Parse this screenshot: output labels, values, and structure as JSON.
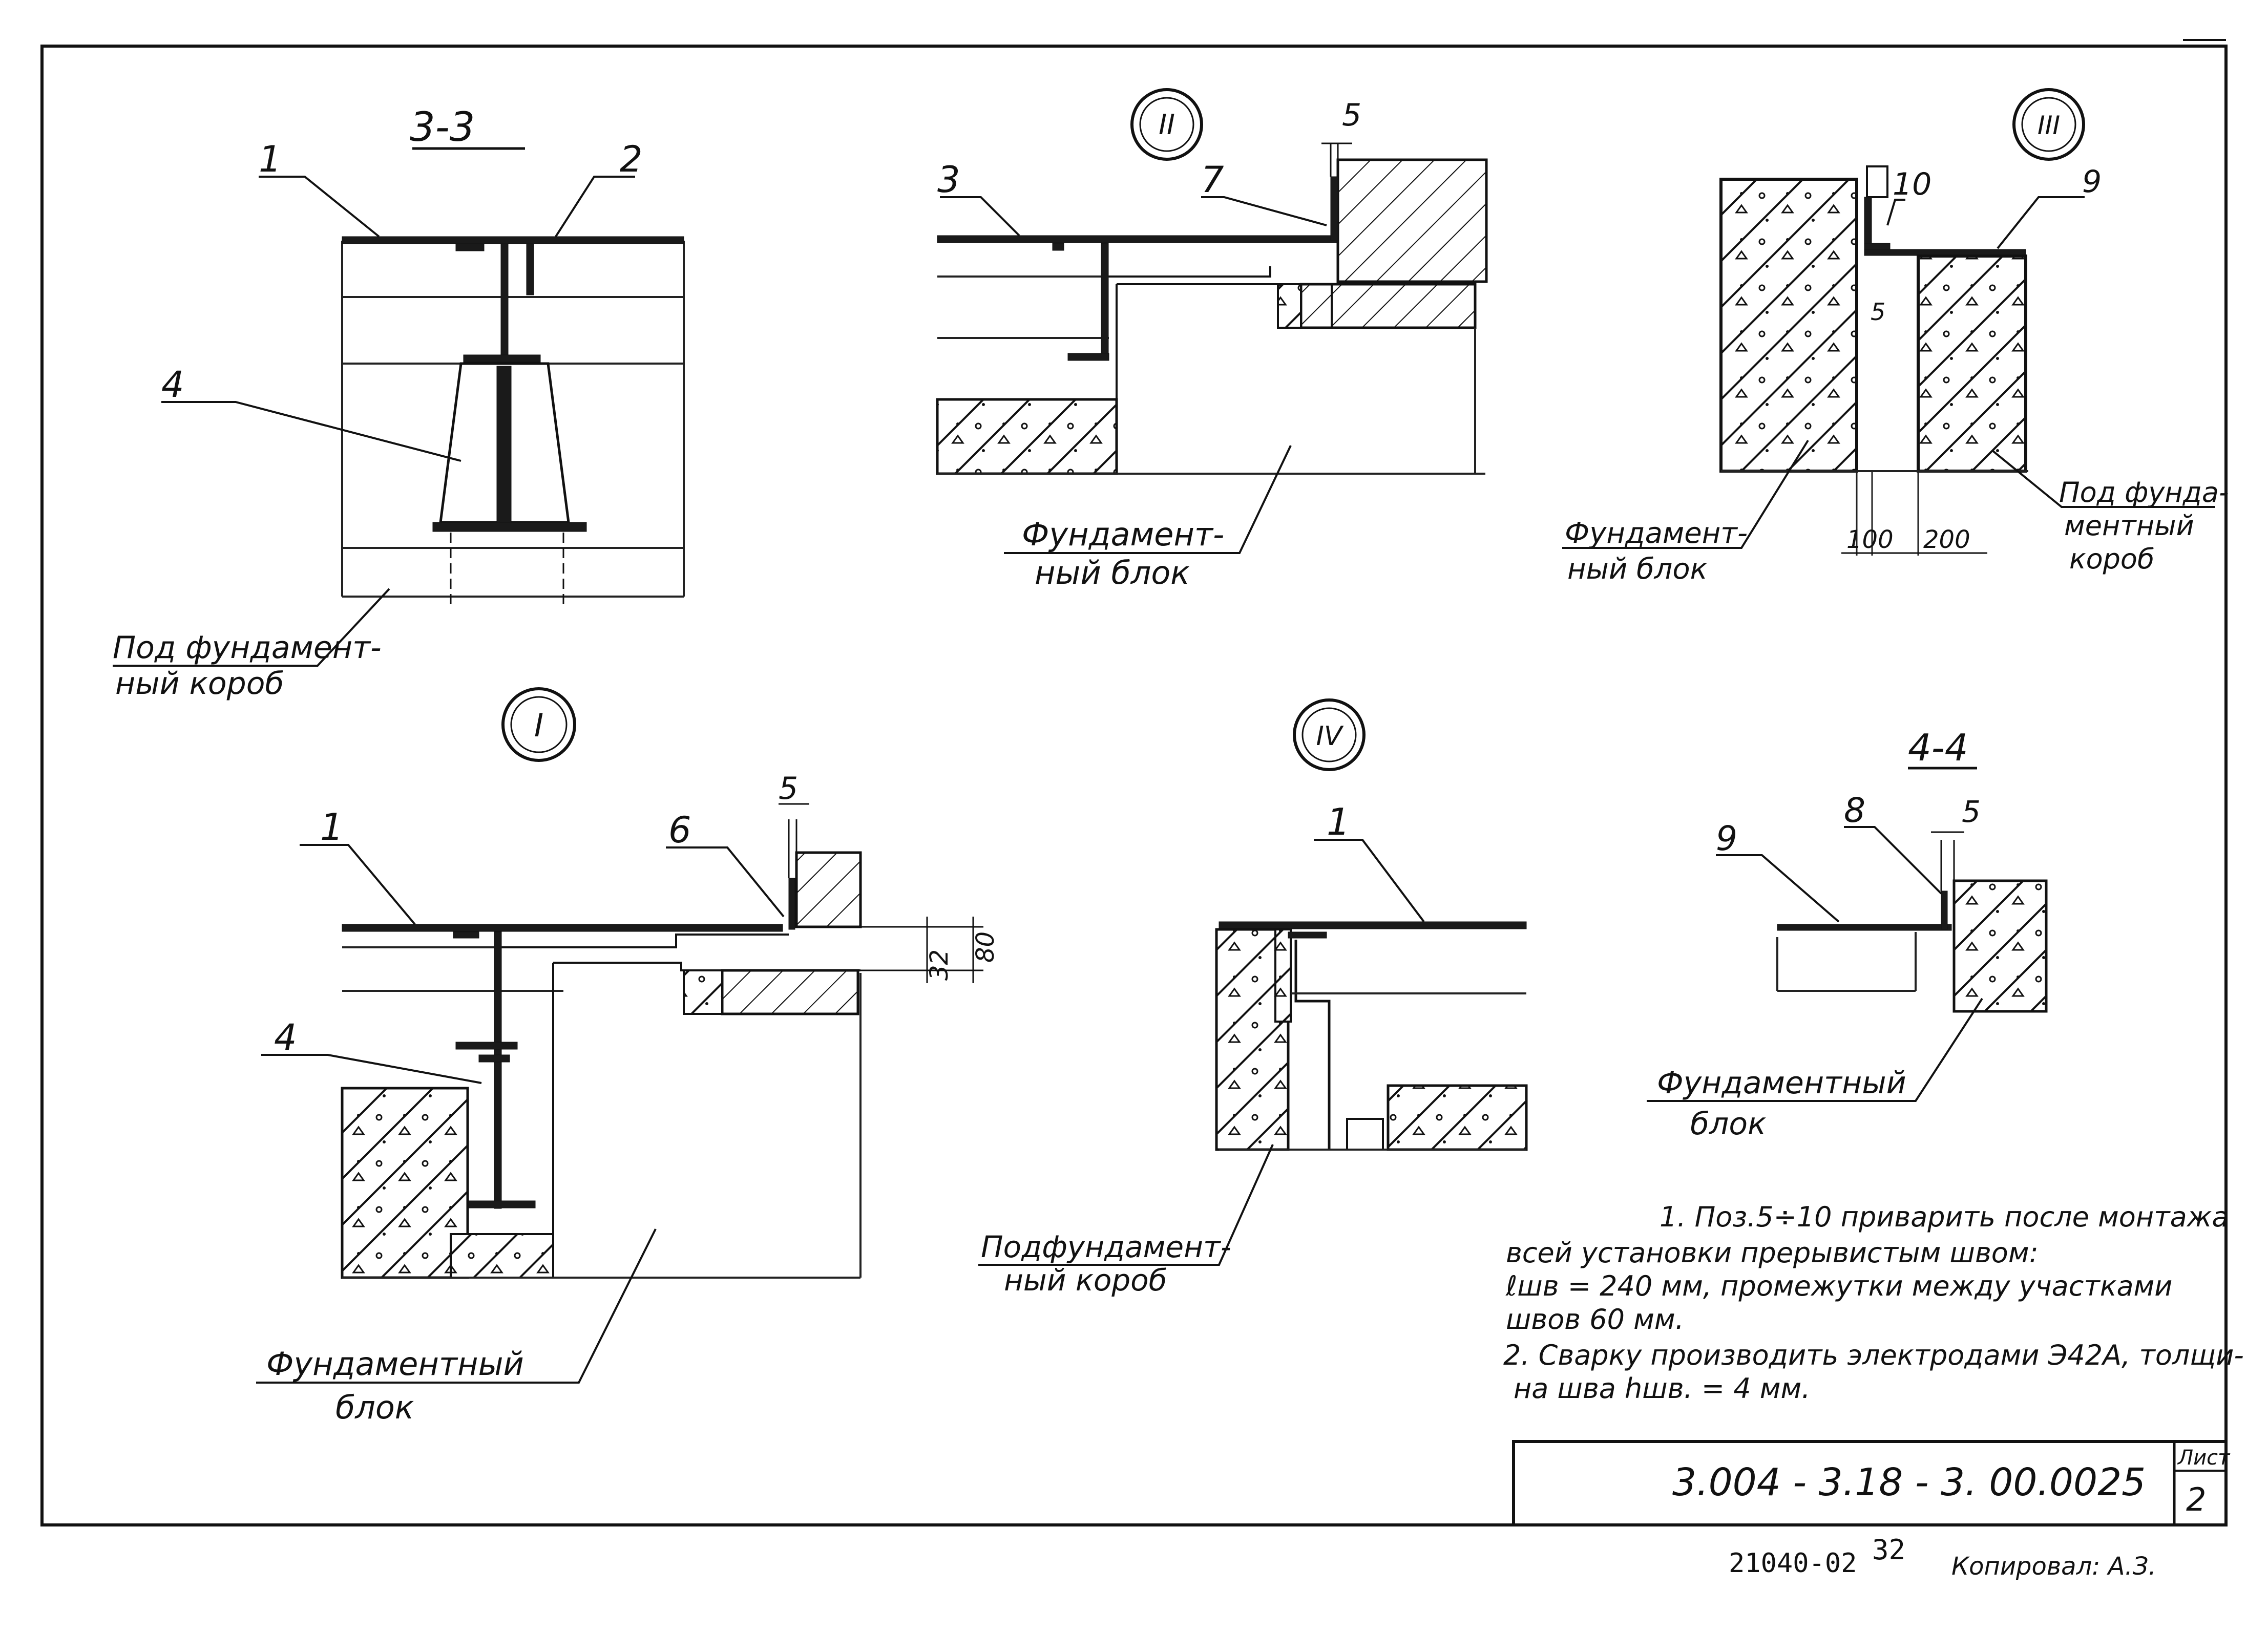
{
  "details": {
    "s33": {
      "title": "3-3",
      "c1": "1",
      "c2": "2",
      "c4": "4",
      "note1": "Под фундамент-",
      "note2": "ный короб"
    },
    "d2": {
      "num": "II",
      "c3": "3",
      "c7": "7",
      "gap": "5",
      "note1": "Фундамент-",
      "note2": "ный блок"
    },
    "d3": {
      "num": "III",
      "c10": "10",
      "c9": "9",
      "gap": "5",
      "dim1": "100",
      "dim2": "200",
      "noteA1": "Фундамент-",
      "noteA2": "ный блок",
      "noteB1": "Под фунда-",
      "noteB2": "ментный",
      "noteB3": "короб"
    },
    "d1": {
      "num": "I",
      "c1": "1",
      "c6": "6",
      "c4": "4",
      "gap": "5",
      "dim80": "80",
      "dim32": "32",
      "note1": "Фундаментный",
      "note2": "блок"
    },
    "d4": {
      "num": "IV",
      "c1": "1",
      "note1": "Подфундамент-",
      "note2": "ный короб"
    },
    "s44": {
      "title": "4-4",
      "c9": "9",
      "c8": "8",
      "gap": "5",
      "note1": "Фундаментный",
      "note2": "блок"
    }
  },
  "notes": {
    "l1": "1. Поз.5÷10 приварить после монтажа",
    "l2": "всей установки прерывистым швом:",
    "l3": "ℓшв = 240 мм, промежутки между участками",
    "l4": "швов 60 мм.",
    "l5": "2. Сварку производить электродами Э42А, толщи-",
    "l6": "на шва hшв. = 4 мм."
  },
  "title_block": {
    "code": "3.004 - 3.18 - 3. 00.0025",
    "sheet_label": "Лист",
    "sheet_num": "2"
  },
  "footer": {
    "inv": "21040-02",
    "page": "32",
    "sign": "Копировал: А.З."
  }
}
